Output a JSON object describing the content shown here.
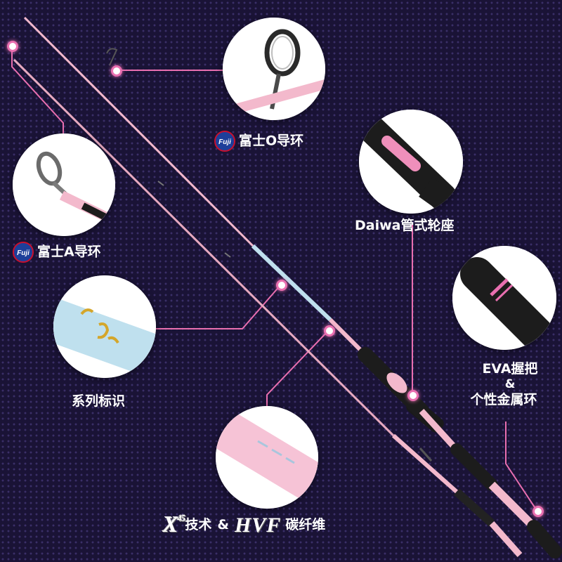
{
  "callouts": {
    "fuji_o_guide": {
      "badge": "Fuji",
      "label": "富士O导环"
    },
    "fuji_a_guide": {
      "badge": "Fuji",
      "label": "富士A导环"
    },
    "reel_seat": {
      "label": "Daiwa管式轮座"
    },
    "series_mark": {
      "label": "系列标识"
    },
    "eva_grip": {
      "line1": "EVA握把",
      "line2": "&",
      "line3": "个性金属环"
    }
  },
  "tech": {
    "x45_letter": "X",
    "x45_number": "45",
    "x45_text": "技术",
    "ampersand": "&",
    "hvf": "HVF",
    "hvf_text": "碳纤维"
  },
  "colors": {
    "background": "#1a1336",
    "accent_pink": "#e96fb0",
    "rod_pink": "#f3b9cc",
    "fuji_blue": "#1d3f9a",
    "fuji_red": "#c8102e"
  }
}
